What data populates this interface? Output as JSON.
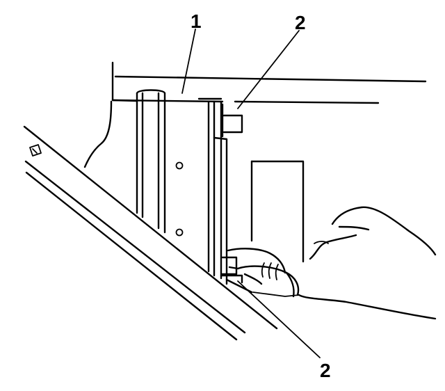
{
  "callouts": {
    "label_1": "1",
    "label_2_top": "2",
    "label_2_bottom": "2"
  },
  "colors": {
    "line": "#000000",
    "background": "#ffffff"
  }
}
